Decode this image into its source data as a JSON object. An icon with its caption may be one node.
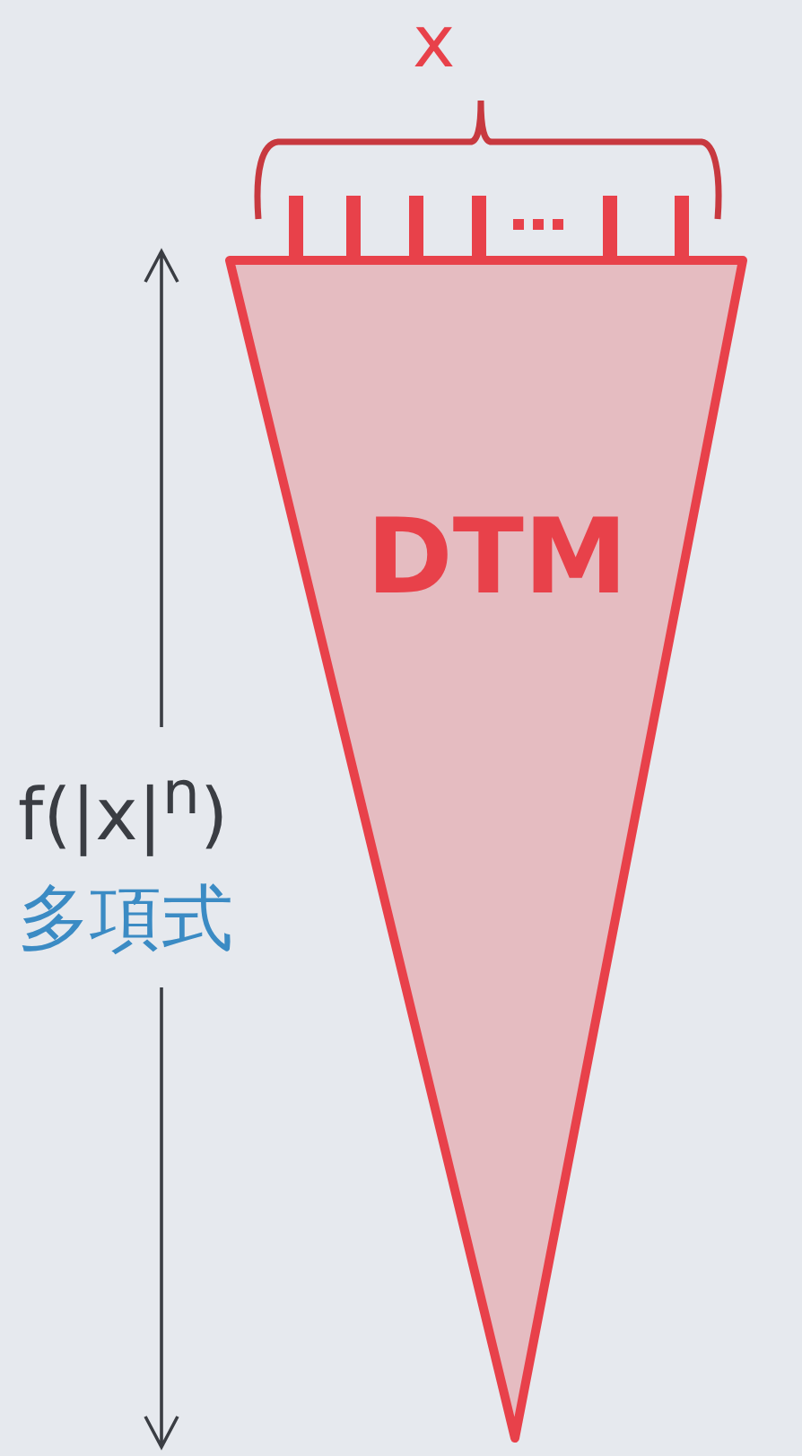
{
  "diagram": {
    "nodes": [
      {
        "text": [
          "DTM"
        ]
      }
    ],
    "edges": [],
    "labels": [
      "x",
      "f(|x|$^{n}$)",
      "多項式"
    ]
  }
}
